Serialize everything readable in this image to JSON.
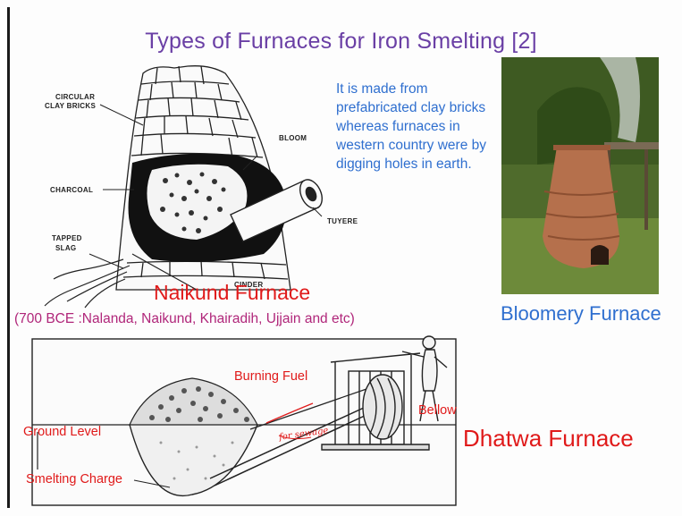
{
  "slide": {
    "title": "Types of Furnaces for Iron Smelting [2]",
    "description": "It is made from prefabricated clay bricks whereas furnaces in western country were by digging holes in earth.",
    "naikund_caption": "Naikund Furnace",
    "dates_caption": "(700 BCE :Nalanda, Naikund, Khairadih, Ujjain and etc)",
    "bloomery_caption": "Bloomery Furnace",
    "dhatwa_caption": "Dhatwa Furnace"
  },
  "naikund_sketch_labels": {
    "bricks_1": "CIRCULAR",
    "bricks_2": "CLAY BRICKS",
    "bloom": "BLOOM",
    "charcoal": "CHARCOAL",
    "tuyere": "TUYERE",
    "slag_1": "TAPPED",
    "slag_2": "SLAG",
    "cinder": "CINDER"
  },
  "dhatwa_labels": {
    "burning_fuel": "Burning Fuel",
    "bellow": "Bellow",
    "ground_level": "Ground Level",
    "smelting_charge": "Smelting Charge",
    "handwritten_note": "for sewage"
  },
  "colors": {
    "title": "#6a3fa5",
    "description": "#2f6fcf",
    "red_text": "#e01a1a",
    "dates": "#b0267a"
  }
}
